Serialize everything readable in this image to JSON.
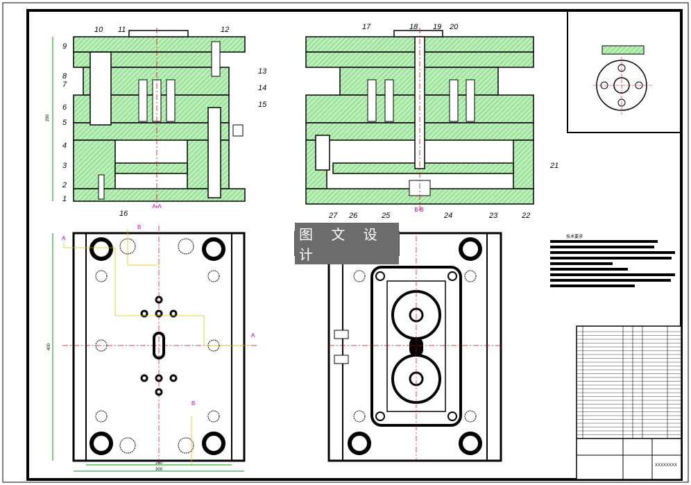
{
  "watermark": "图 文 设 计",
  "part_numbers": [
    "1",
    "2",
    "3",
    "4",
    "5",
    "6",
    "7",
    "8",
    "9",
    "10",
    "11",
    "12",
    "13",
    "14",
    "15",
    "16",
    "17",
    "18",
    "19",
    "20",
    "21",
    "22",
    "23",
    "24",
    "25",
    "26",
    "27"
  ],
  "section_labels": {
    "aa": "A-A",
    "bb": "B-B",
    "a": "A",
    "b": "B"
  },
  "dimensions": {
    "height": "290",
    "plate_height": "400",
    "width_inner": "250",
    "width_outer": "300"
  },
  "tech_title": "技术要求",
  "title_block": {
    "company": "XXXXXXXX"
  },
  "colors": {
    "hatch": "#b8f0b8",
    "line": "#000000",
    "section": "#c000c0",
    "center": "#e00000",
    "dim": "#00a000"
  }
}
